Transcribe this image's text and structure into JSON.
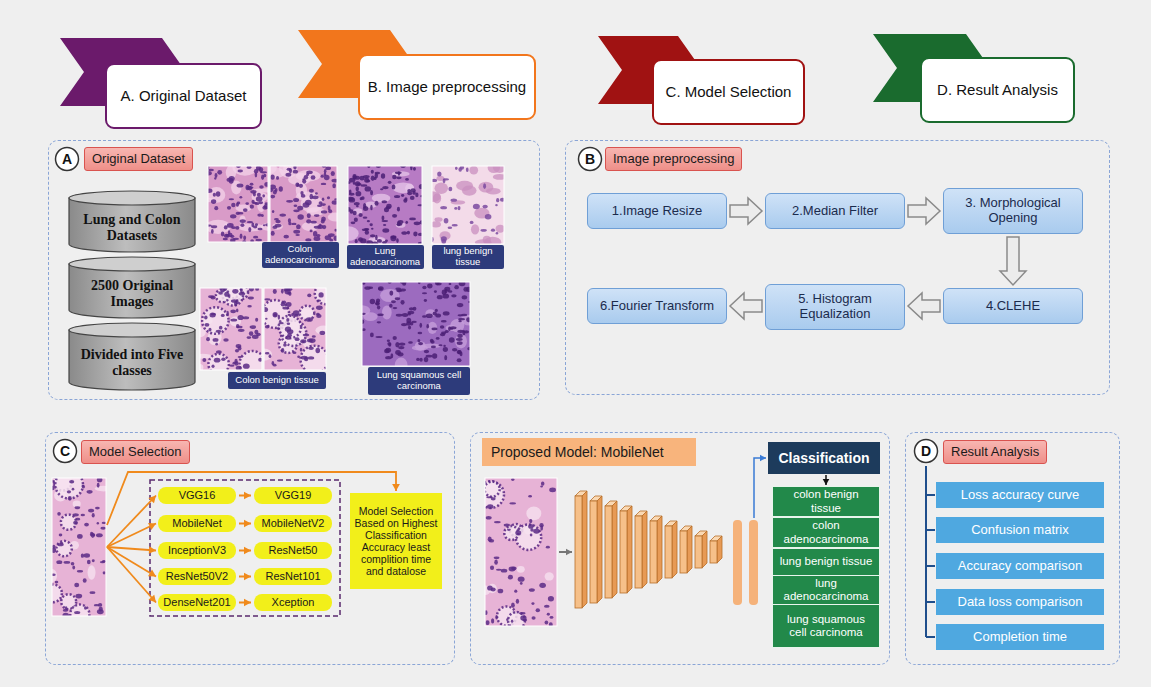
{
  "diagram": {
    "nodes": [
      {
        "text": [
          "A. Original Dataset"
        ]
      },
      {
        "text": [
          "B. Image preprocessing"
        ]
      },
      {
        "text": [
          "C. Model Selection"
        ]
      },
      {
        "text": [
          "D. Result Analysis"
        ]
      },
      {
        "text": [
          "Original Dataset"
        ]
      },
      {
        "text": [
          "A"
        ],
        "in": 4
      },
      {
        "text": [
          "Lung and Colon Datasets"
        ],
        "in": 4
      },
      {
        "text": [
          "2500 Original Images"
        ],
        "in": 4
      },
      {
        "text": [
          "Divided into Five classes"
        ],
        "in": 4
      },
      {
        "text": [
          "Colon adenocarcinoma"
        ],
        "in": 4
      },
      {
        "text": [
          "Lung adenocarcinoma"
        ],
        "in": 4
      },
      {
        "text": [
          "lung benign tissue"
        ],
        "in": 4
      },
      {
        "text": [
          "Colon benign tissue"
        ],
        "in": 4
      },
      {
        "text": [
          "Lung squamous cell carcinoma"
        ],
        "in": 4
      },
      {
        "text": [
          "Image preprocessing"
        ]
      },
      {
        "text": [
          "B"
        ],
        "in": 14
      },
      {
        "text": [
          "1.Image Resize"
        ],
        "in": 14
      },
      {
        "text": [
          "2.Median Filter"
        ],
        "in": 14
      },
      {
        "text": [
          "3. Morphological Opening"
        ],
        "in": 14
      },
      {
        "text": [
          "4.CLEHE"
        ],
        "in": 14
      },
      {
        "text": [
          "5. Histogram Equalization"
        ],
        "in": 14
      },
      {
        "text": [
          "6.Fourier Transform"
        ],
        "in": 14
      },
      {
        "text": [
          "Model Selection"
        ]
      },
      {
        "text": [
          "C"
        ],
        "in": 22
      },
      {
        "text": [
          "VGG16"
        ],
        "in": 22
      },
      {
        "text": [
          "VGG19"
        ],
        "in": 22
      },
      {
        "text": [
          "MobileNet"
        ],
        "in": 22
      },
      {
        "text": [
          "MobileNetV2"
        ],
        "in": 22
      },
      {
        "text": [
          "InceptionV3"
        ],
        "in": 22
      },
      {
        "text": [
          "ResNet50"
        ],
        "in": 22
      },
      {
        "text": [
          "ResNet50V2"
        ],
        "in": 22
      },
      {
        "text": [
          "ResNet101"
        ],
        "in": 22
      },
      {
        "text": [
          "DenseNet201"
        ],
        "in": 22
      },
      {
        "text": [
          "Xception"
        ],
        "in": 22
      },
      {
        "text": [
          "Model Selection Based on Highest Classification Accuracy least complition time and datalose"
        ],
        "in": 22
      },
      {
        "text": [
          "Proposed Model: MobileNet"
        ]
      },
      {
        "text": [
          "Classification"
        ],
        "in": 35
      },
      {
        "text": [
          "colon benign tissue"
        ],
        "in": 35
      },
      {
        "text": [
          "colon adenocarcinoma"
        ],
        "in": 35
      },
      {
        "text": [
          "lung benign tissue"
        ],
        "in": 35
      },
      {
        "text": [
          "lung adenocarcinoma"
        ],
        "in": 35
      },
      {
        "text": [
          "lung squamous cell carcinoma"
        ],
        "in": 35
      },
      {
        "text": [
          "Result Analysis"
        ]
      },
      {
        "text": [
          "D"
        ],
        "in": 42
      },
      {
        "text": [
          "Loss accuracy curve"
        ],
        "in": 42
      },
      {
        "text": [
          "Confusion matrix"
        ],
        "in": 42
      },
      {
        "text": [
          "Accuracy comparison"
        ],
        "in": 42
      },
      {
        "text": [
          "Data loss comparison"
        ],
        "in": 42
      },
      {
        "text": [
          "Completion time"
        ],
        "in": 42
      }
    ],
    "edges": [
      {
        "from": 16,
        "to": 17,
        "arrow": "to"
      },
      {
        "from": 17,
        "to": 18,
        "arrow": "to"
      },
      {
        "from": 18,
        "to": 19,
        "arrow": "to"
      },
      {
        "from": 19,
        "to": 20,
        "arrow": "to"
      },
      {
        "from": 20,
        "to": 21,
        "arrow": "to"
      },
      {
        "from": 24,
        "to": 25,
        "arrow": "to"
      },
      {
        "from": 26,
        "to": 27,
        "arrow": "to"
      },
      {
        "from": 28,
        "to": 29,
        "arrow": "to"
      },
      {
        "from": 30,
        "to": 31,
        "arrow": "to"
      },
      {
        "from": 32,
        "to": 33,
        "arrow": "to"
      },
      {
        "from": 36,
        "to": 37,
        "arrow": "to"
      }
    ]
  }
}
